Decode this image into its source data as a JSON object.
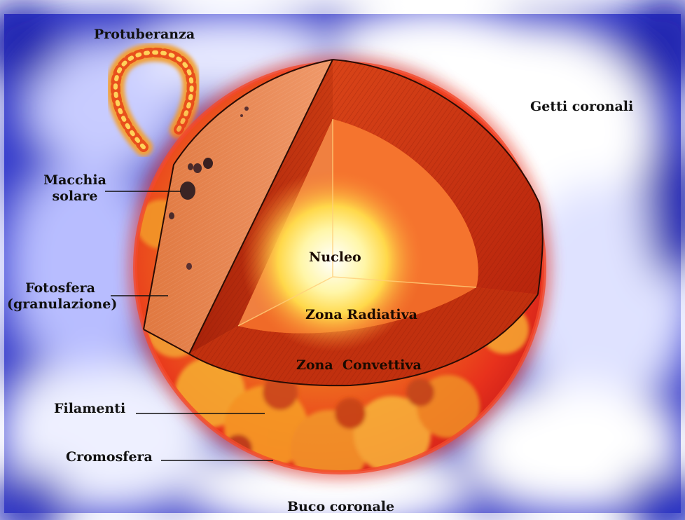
{
  "labels": {
    "protuberanza": "Protuberanza",
    "getti_coronali": "Getti coronali",
    "macchia_solare_1": "Macchia",
    "macchia_solare_2": "solare",
    "fotosfera_1": "Fotosfera",
    "fotosfera_2": "(granulazione)",
    "nucleo": "Nucleo",
    "zona_radiativa": "Zona Radiativa",
    "zona_convettiva": "Zona  Convettiva",
    "filamenti": "Filamenti",
    "cromosfera": "Cromosfera",
    "buco_coronale": "Buco coronale"
  },
  "colors": {
    "corona_blue": "#2a34c8",
    "corona_white": "#ffffff",
    "surface_red": "#e8321c",
    "surface_orange": "#f5a020",
    "convective_red": "#c62c0e",
    "radiative_orange": "#f77a30",
    "core_yellow": "#fff66a"
  }
}
